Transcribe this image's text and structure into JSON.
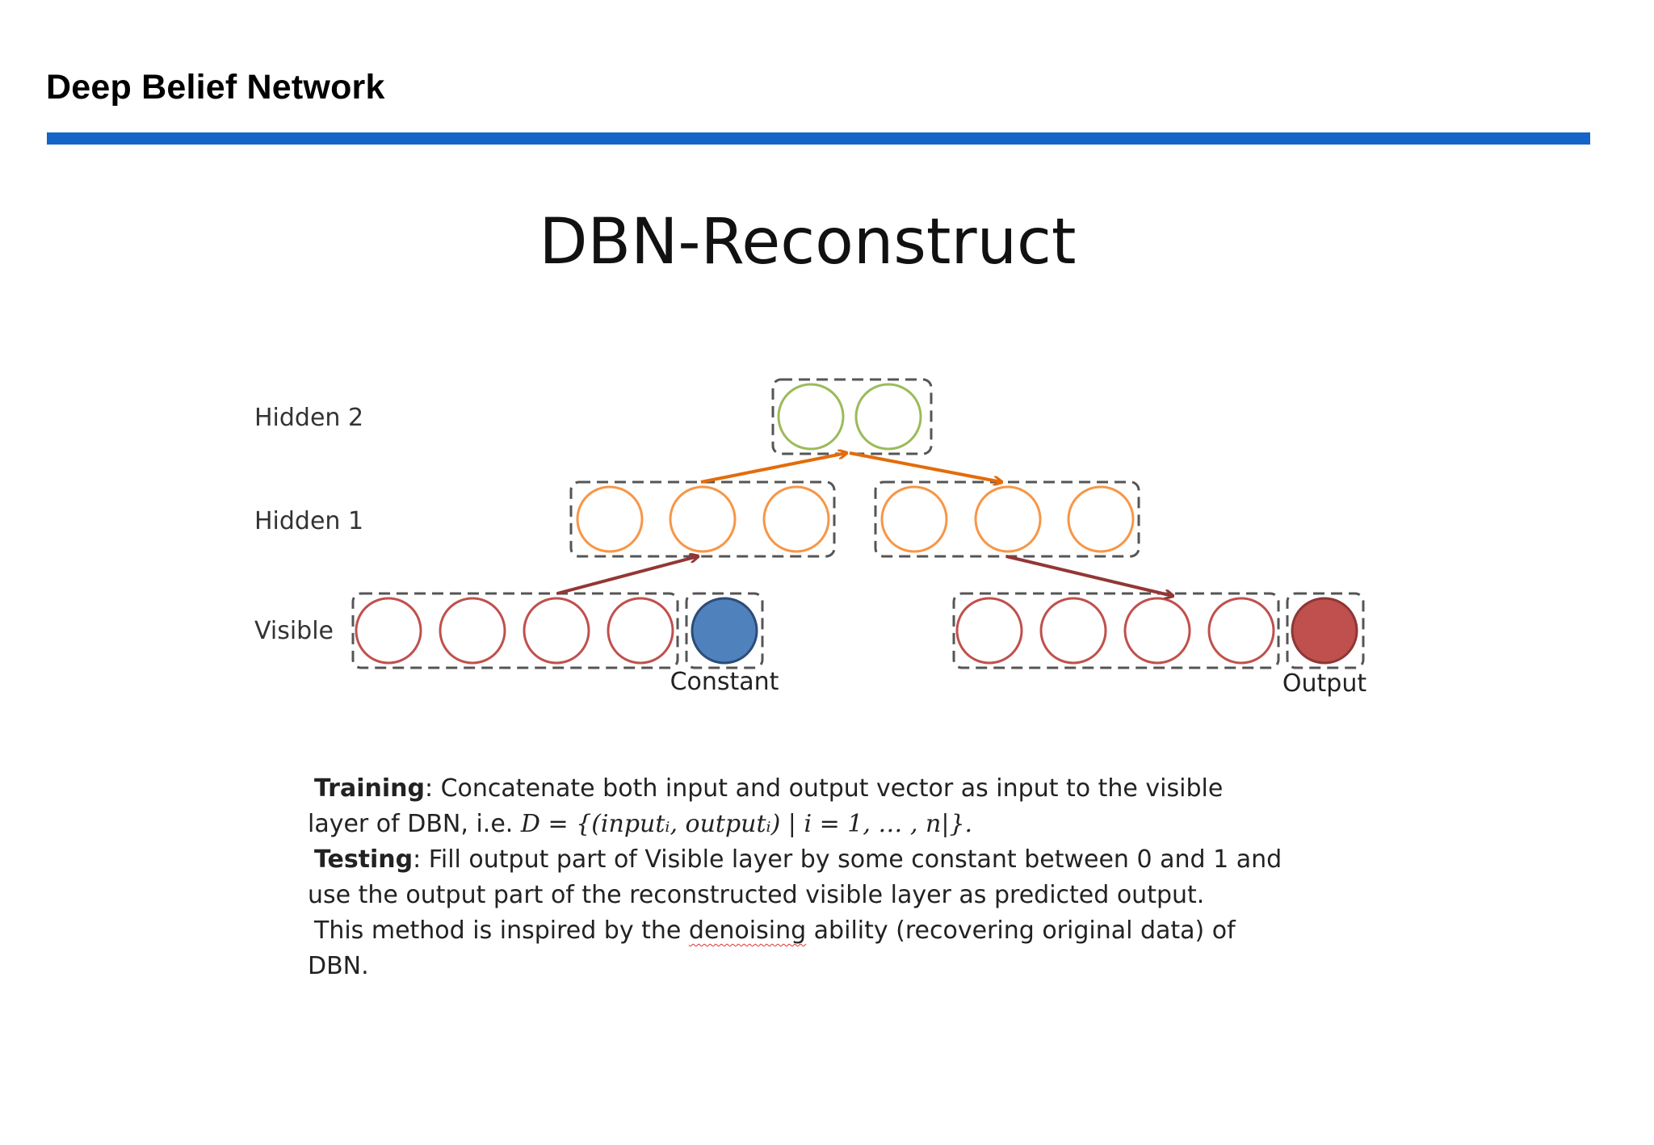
{
  "header": {
    "title": "Deep Belief Network",
    "rule_color": "#1565c8"
  },
  "slide": {
    "title": "DBN-Reconstruct"
  },
  "diagram": {
    "layer_labels": {
      "hidden2": "Hidden 2",
      "hidden1": "Hidden 1",
      "visible": "Visible"
    },
    "captions": {
      "constant": "Constant",
      "output": "Output"
    },
    "colors": {
      "hidden2_node": "#9bbb59",
      "hidden1_node": "#f79646",
      "visible_node": "#c0504d",
      "constant_fill": "#4f81bd",
      "output_fill": "#c0504d",
      "up_arrow": "#e36c0a",
      "down_arrow": "#943634"
    }
  },
  "description": {
    "training_label": "Training",
    "training_text_1": ": Concatenate  both input and output vector as input to the visible",
    "training_text_2": "layer of DBN, i.e. ",
    "training_formula": "D = {(inputᵢ, outputᵢ) | i = 1, … , n|}.",
    "testing_label": "Testing",
    "testing_text_1": ": Fill output part of Visible layer by some constant between 0 and 1 and",
    "testing_text_2": "use the output part of the reconstructed visible layer as predicted output.",
    "inspired_text_a": "This method is inspired by the ",
    "inspired_word": "denoising",
    "inspired_text_b": " ability (recovering original data) of",
    "inspired_text_c": "DBN."
  }
}
